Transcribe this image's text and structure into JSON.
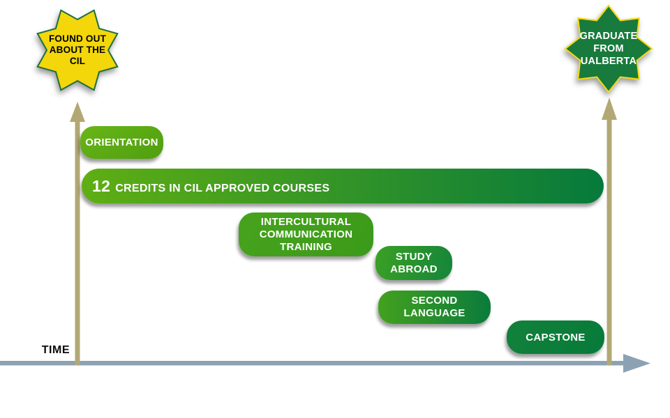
{
  "start_star": {
    "lines": [
      "FOUND OUT",
      "ABOUT THE",
      "CIL"
    ]
  },
  "end_star": {
    "lines": [
      "GRADUATE",
      "FROM",
      "UALBERTA"
    ]
  },
  "axis": {
    "label": "TIME"
  },
  "milestones": [
    {
      "id": "orientation",
      "lines": [
        "ORIENTATION"
      ]
    },
    {
      "id": "cil-credits",
      "number": "12",
      "rest": "CREDITS IN CIL APPROVED COURSES"
    },
    {
      "id": "intercultural-communication-training",
      "lines": [
        "INTERCULTURAL",
        "COMMUNICATION",
        "TRAINING"
      ]
    },
    {
      "id": "study-abroad",
      "lines": [
        "STUDY",
        "ABROAD"
      ]
    },
    {
      "id": "second-language",
      "lines": [
        "SECOND",
        "LANGUAGE"
      ]
    },
    {
      "id": "capstone",
      "lines": [
        "CAPSTONE"
      ]
    }
  ],
  "colors": {
    "star_yellow_fill": "#F3D70B",
    "star_yellow_border": "#1E6E41",
    "star_green_fill": "#187A3C",
    "star_green_border": "#F5D90F",
    "arrow_olive": "#B2A875",
    "axis_gray": "#8CA2B3",
    "pill_bright_green": "#5FAE13",
    "pill_dark_green": "#067A3C",
    "pill_text": "#FFFFFF"
  }
}
